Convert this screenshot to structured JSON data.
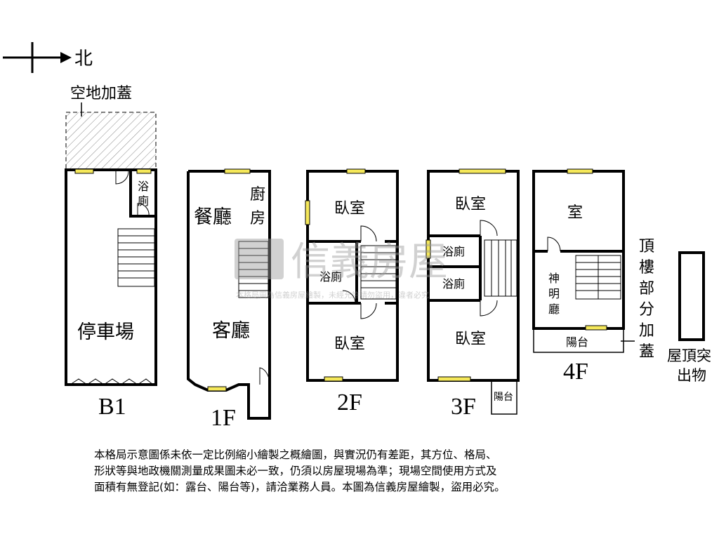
{
  "compass": {
    "north_label": "北"
  },
  "annex_label": "空地加蓋",
  "floors": {
    "b1": {
      "label": "B1",
      "rooms": {
        "bath": "浴廁",
        "parking": "停車場"
      }
    },
    "f1": {
      "label": "1F",
      "rooms": {
        "dining": "餐廳",
        "kitchen": "廚房",
        "living": "客廳"
      }
    },
    "f2": {
      "label": "2F",
      "rooms": {
        "bedroom_top": "臥室",
        "bath": "浴廁",
        "bedroom_bottom": "臥室"
      }
    },
    "f3": {
      "label": "3F",
      "rooms": {
        "bedroom_top": "臥室",
        "bath_top": "浴廁",
        "bath_bottom": "浴廁",
        "bedroom_bottom": "臥室",
        "balcony": "陽台"
      }
    },
    "f4": {
      "label": "4F",
      "rooms": {
        "room": "室",
        "shrine": "神明廳",
        "balcony": "陽台"
      }
    }
  },
  "rooftop_addition_label": "頂樓部分加蓋",
  "rooftop_protrusion_label": "屋頂突出物",
  "watermark": {
    "brand": "信義房屋",
    "notice": "本格局圖為信義房屋繪製，未經允許請勿盜用，違者必究"
  },
  "disclaimer": [
    "本格局示意圖係未依一定比例縮小繪製之概繪圖，與實況仍有差距，其方位、格局、",
    "形狀等與地政機關測量成果圖未必一致，仍須以房屋現場為準；現場空間使用方式及",
    "面積有無登記(如：露台、陽台等)，請洽業務人員。本圖為信義房屋繪製，盜用必究。"
  ],
  "colors": {
    "window": "#f5e85a",
    "wall": "#000000",
    "watermark": "#9a9a9a"
  }
}
